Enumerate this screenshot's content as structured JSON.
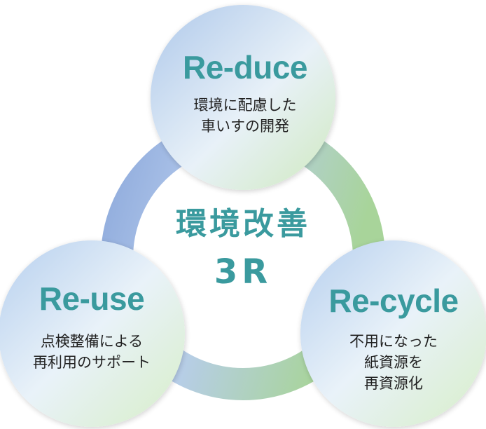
{
  "center": {
    "title": "環境改善",
    "subtitle": "3R"
  },
  "reduce": {
    "title": "Re-duce",
    "desc_lines": [
      "環境に配慮した",
      "車いすの開発"
    ]
  },
  "reuse": {
    "title": "Re-use",
    "desc_lines": [
      "点検整備による",
      "再利用のサポート"
    ]
  },
  "recycle": {
    "title": "Re-cycle",
    "desc_lines": [
      "不用になった",
      "紙資源を",
      "再資源化"
    ]
  },
  "colors": {
    "accent_text": "#3a9a9e",
    "body_text": "#222222",
    "ring_blue": "#8fb0dc",
    "ring_green": "#a8d49a",
    "circle_blue": "#b2cdec",
    "circle_green": "#d4ecc4"
  }
}
